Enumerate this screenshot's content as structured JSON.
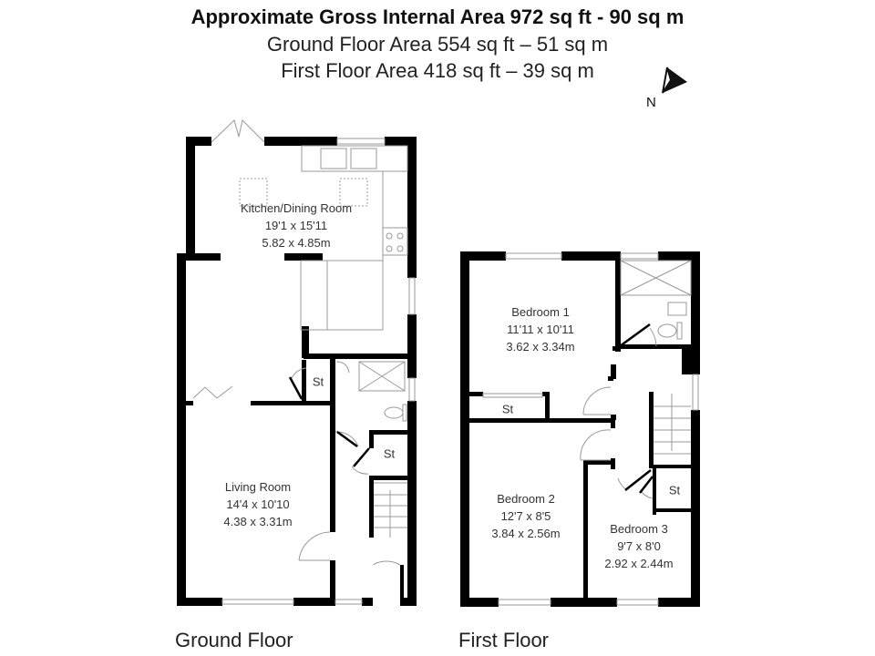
{
  "header": {
    "title": "Approximate Gross Internal Area 972 sq ft - 90 sq m",
    "ground_floor_area": "Ground Floor Area 554 sq ft – 51 sq m",
    "first_floor_area": "First Floor Area 418 sq ft – 39 sq m"
  },
  "compass": {
    "icon": "north-arrow-icon",
    "label": "N"
  },
  "ground_floor": {
    "title": "Ground Floor",
    "rooms": [
      {
        "name": "Kitchen/Dining Room",
        "imperial": "19'1 x 15'11",
        "metric": "5.82 x 4.85m"
      },
      {
        "name": "Living Room",
        "imperial": "14'4 x 10'10",
        "metric": "4.38 x 3.31m"
      }
    ],
    "storage": [
      "St",
      "St"
    ]
  },
  "first_floor": {
    "title": "First Floor",
    "rooms": [
      {
        "name": "Bedroom 1",
        "imperial": "11'11 x 10'11",
        "metric": "3.62 x 3.34m"
      },
      {
        "name": "Bedroom 2",
        "imperial": "12'7 x 8'5",
        "metric": "3.84 x 2.56m"
      },
      {
        "name": "Bedroom 3",
        "imperial": "9'7 x 8'0",
        "metric": "2.92 x 2.44m"
      }
    ],
    "storage": [
      "St",
      "St"
    ]
  },
  "colors": {
    "wall": "#000000",
    "fixture": "#aaaaaa",
    "text": "#333333"
  }
}
